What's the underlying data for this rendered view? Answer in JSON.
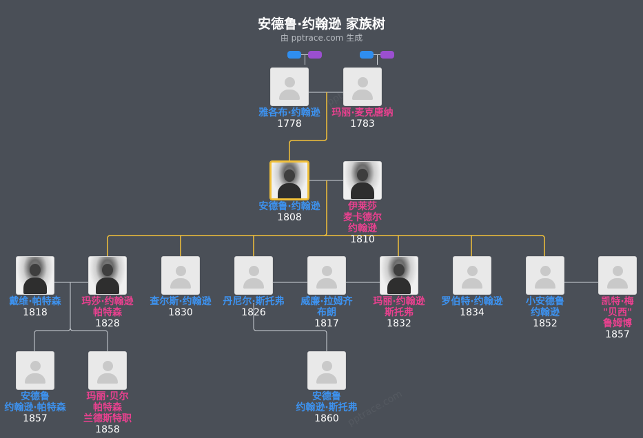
{
  "header": {
    "title": "安德鲁·约翰逊 家族树",
    "subtitle": "由 pptrace.com 生成"
  },
  "watermark": "pptrace.com",
  "people": {
    "jacob": {
      "name": [
        "雅各布·约翰逊"
      ],
      "year": "1778",
      "gender": "male"
    },
    "mary_mc": {
      "name": [
        "玛丽·麦克唐纳"
      ],
      "year": "1783",
      "gender": "female"
    },
    "andrew": {
      "name": [
        "安德鲁·约翰逊"
      ],
      "year": "1808",
      "gender": "male"
    },
    "eliza": {
      "name": [
        "伊莱莎",
        "麦卡德尔",
        "约翰逊"
      ],
      "year": "1810",
      "gender": "female"
    },
    "david": {
      "name": [
        "戴维·帕特森"
      ],
      "year": "1818",
      "gender": "male"
    },
    "martha": {
      "name": [
        "玛莎·约翰逊",
        "帕特森"
      ],
      "year": "1828",
      "gender": "female"
    },
    "charles": {
      "name": [
        "查尔斯·约翰逊"
      ],
      "year": "1830",
      "gender": "male"
    },
    "daniel": {
      "name": [
        "丹尼尔·斯托弗"
      ],
      "year": "1826",
      "gender": "male"
    },
    "william": {
      "name": [
        "威廉·拉姆齐",
        "布朗"
      ],
      "year": "1817",
      "gender": "male"
    },
    "mary_j": {
      "name": [
        "玛丽·约翰逊",
        "斯托弗"
      ],
      "year": "1832",
      "gender": "female"
    },
    "robert": {
      "name": [
        "罗伯特·约翰逊"
      ],
      "year": "1834",
      "gender": "male"
    },
    "andrew_jr": {
      "name": [
        "小安德鲁",
        "约翰逊"
      ],
      "year": "1852",
      "gender": "male"
    },
    "kate": {
      "name": [
        "凯特·梅",
        "\"贝西\"",
        "鲁姆博"
      ],
      "year": "1857",
      "gender": "female"
    },
    "andrew_p": {
      "name": [
        "安德鲁",
        "约翰逊·帕特森"
      ],
      "year": "1857",
      "gender": "male"
    },
    "mary_belle": {
      "name": [
        "玛丽·贝尔",
        "帕特森",
        "兰德斯特职"
      ],
      "year": "1858",
      "gender": "female"
    },
    "andrew_s": {
      "name": [
        "安德鲁",
        "约翰逊·斯托弗"
      ],
      "year": "1860",
      "gender": "male"
    }
  }
}
